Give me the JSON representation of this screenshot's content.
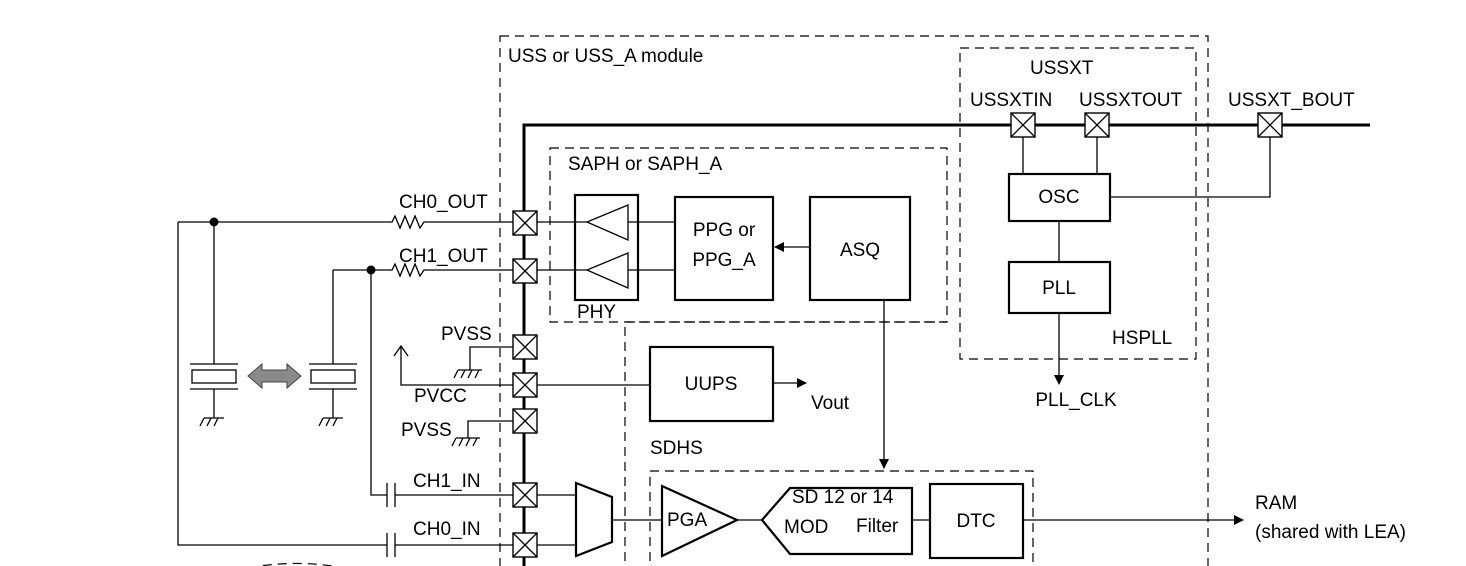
{
  "regions": {
    "uss_module": "USS or USS_A module",
    "saph": "SAPH or SAPH_A",
    "ussxt": "USSXT",
    "hspll": "HSPLL",
    "sdhs": "SDHS"
  },
  "blocks": {
    "ppg_line1": "PPG or",
    "ppg_line2": "PPG_A",
    "asq": "ASQ",
    "phy": "PHY",
    "osc": "OSC",
    "pll": "PLL",
    "uups": "UUPS",
    "pga": "PGA",
    "sd_line1": "SD 12 or 14",
    "sd_mod": "MOD",
    "sd_filter": "Filter",
    "dtc": "DTC"
  },
  "pins": {
    "ch0_out": "CH0_OUT",
    "ch1_out": "CH1_OUT",
    "pvss_top": "PVSS",
    "pvcc": "PVCC",
    "pvss_bottom": "PVSS",
    "ch1_in": "CH1_IN",
    "ch0_in": "CH0_IN",
    "ussxtin": "USSXTIN",
    "ussxtout": "USSXTOUT",
    "ussxt_bout": "USSXT_BOUT"
  },
  "signals": {
    "vout": "Vout",
    "pll_clk": "PLL_CLK",
    "ram_line1": "RAM",
    "ram_line2": "(shared with LEA)"
  }
}
